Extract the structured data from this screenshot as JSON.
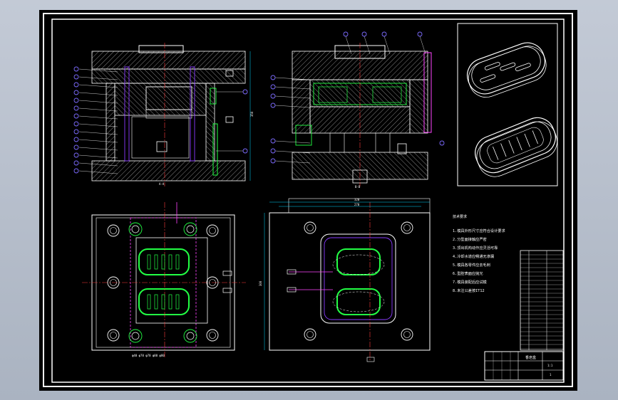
{
  "drawing": {
    "title": "",
    "colors": {
      "background": "#000000",
      "frame": "#ffffff",
      "hatch": "#cfcfcf",
      "centerline": "#ff3b3b",
      "dimension": "#00d7ff",
      "part": "#22ff44",
      "cavity": "#8a3bff",
      "accent": "#ff44ff",
      "balloon": "#7c6bff"
    }
  },
  "views": {
    "section_a": {
      "caption": "A-A"
    },
    "section_b": {
      "caption": "B-B"
    },
    "plan_left": {
      "dim_bottom": "φ40 φ70 φ70 φ80 φ80"
    },
    "plan_right": {
      "dim_top_outer": "320",
      "dim_top_inner": "270",
      "dim_left": "300"
    },
    "section_a_dim": "350"
  },
  "notes": {
    "heading": "技术要求",
    "lines": [
      "1.模具外形尺寸应符合设计要求",
      "2.分型面接触应严密",
      "3.顶出机构动作应灵活可靠",
      "4.冷却水道应畅通无渗漏",
      "5.模具各零件应去毛刺",
      "6.型腔表面应抛光",
      "7.模具装配后应试模",
      "8.未注公差按IT12"
    ]
  },
  "title_block": {
    "name": "香皂盒",
    "scale": "1:1",
    "sheet": "1"
  }
}
